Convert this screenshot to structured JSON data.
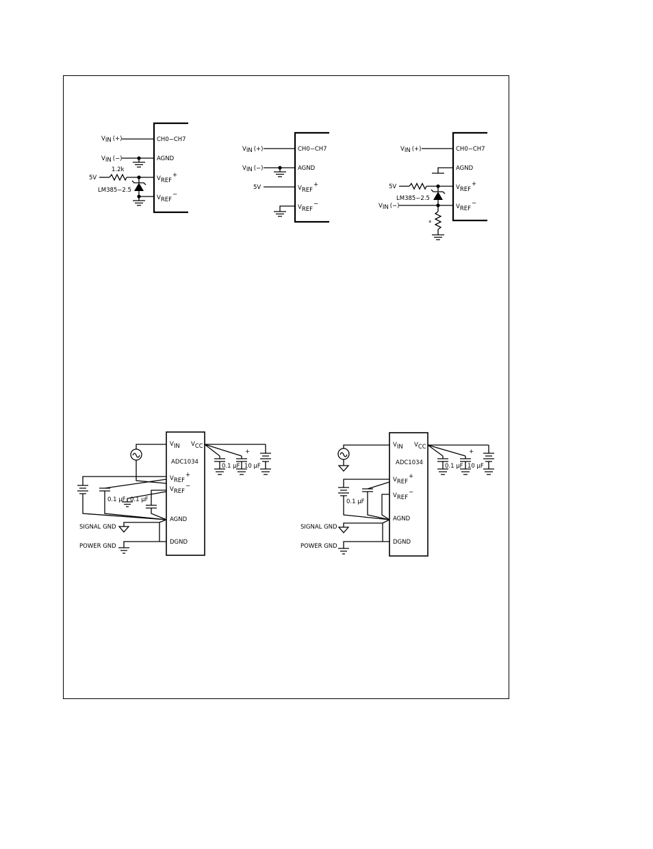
{
  "lbl": {
    "vin": "V",
    "in": "IN",
    "plus": "(+)",
    "minus": "(−)",
    "ch": "CH0−CH7",
    "agnd": "AGND",
    "vref": "V",
    "ref": "REF",
    "sp": "+",
    "sm": "−",
    "fivev": "5V",
    "r12k": "1.2k",
    "lm385": "LM385−2.5",
    "star": "*",
    "vcc": "V",
    "cc": "CC",
    "adc": "ADC1034",
    "dgnd": "DGND",
    "sig": "SIGNAL GND",
    "pwr": "POWER GND",
    "c01": "0.1 μF",
    "c10": "10 μF",
    "cplus": "+"
  }
}
